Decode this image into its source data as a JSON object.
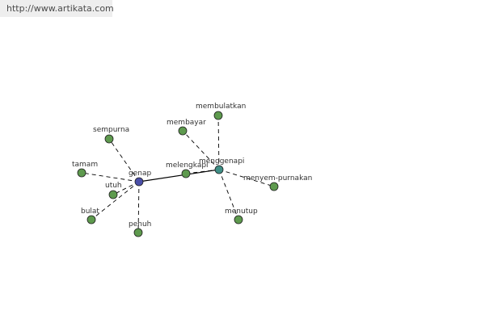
{
  "banner": {
    "url_text": "http://www.artikata.com"
  },
  "colors": {
    "node_leaf": "#5e9a4e",
    "node_center": "#4a4fa8",
    "node_hub": "#3f8f86",
    "node_stroke": "#1e1e1e",
    "edge": "#000000",
    "label": "#333333"
  },
  "graph": {
    "nodes": [
      {
        "id": "genap",
        "label": "genap",
        "role": "center"
      },
      {
        "id": "menggenapi",
        "label": "menggenapi",
        "role": "hub"
      },
      {
        "id": "melengkapi",
        "label": "melengkapi",
        "role": "leaf"
      },
      {
        "id": "sempurna",
        "label": "sempurna",
        "role": "leaf"
      },
      {
        "id": "tamam",
        "label": "tamam",
        "role": "leaf"
      },
      {
        "id": "utuh",
        "label": "utuh",
        "role": "leaf"
      },
      {
        "id": "bulat",
        "label": "bulat",
        "role": "leaf"
      },
      {
        "id": "penuh",
        "label": "penuh",
        "role": "leaf"
      },
      {
        "id": "membayar",
        "label": "membayar",
        "role": "leaf"
      },
      {
        "id": "membulatkan",
        "label": "membulatkan",
        "role": "leaf"
      },
      {
        "id": "menyempurnakan",
        "label": "menyem-purnakan",
        "role": "leaf"
      },
      {
        "id": "menutup",
        "label": "menutup",
        "role": "leaf"
      }
    ],
    "edges": [
      {
        "from": "genap",
        "to": "menggenapi",
        "style": "solid"
      },
      {
        "from": "genap",
        "to": "sempurna",
        "style": "dashed"
      },
      {
        "from": "genap",
        "to": "tamam",
        "style": "dashed"
      },
      {
        "from": "genap",
        "to": "utuh",
        "style": "dashed"
      },
      {
        "from": "genap",
        "to": "bulat",
        "style": "dashed"
      },
      {
        "from": "genap",
        "to": "penuh",
        "style": "dashed"
      },
      {
        "from": "menggenapi",
        "to": "membayar",
        "style": "dashed"
      },
      {
        "from": "menggenapi",
        "to": "membulatkan",
        "style": "dashed"
      },
      {
        "from": "menggenapi",
        "to": "menyempurnakan",
        "style": "dashed"
      },
      {
        "from": "menggenapi",
        "to": "menutup",
        "style": "dashed"
      },
      {
        "from": "menggenapi",
        "to": "melengkapi",
        "style": "dashed"
      }
    ]
  }
}
